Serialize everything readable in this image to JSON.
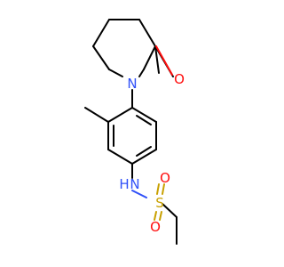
{
  "molecule": {
    "atoms": {
      "ring_n": {
        "symbol": "N",
        "color": "#3050f8"
      },
      "carbonyl_o": {
        "symbol": "O",
        "color": "#ff0d0d"
      },
      "amide_n": {
        "symbol": "N",
        "color": "#3050f8"
      },
      "amide_h": {
        "symbol": "H",
        "color": "#3050f8"
      },
      "sulfur": {
        "symbol": "S",
        "color": "#c8a000"
      },
      "sulfonyl_o_top": {
        "symbol": "O",
        "color": "#ff0d0d"
      },
      "sulfonyl_o_bottom": {
        "symbol": "O",
        "color": "#ff0d0d"
      }
    }
  }
}
